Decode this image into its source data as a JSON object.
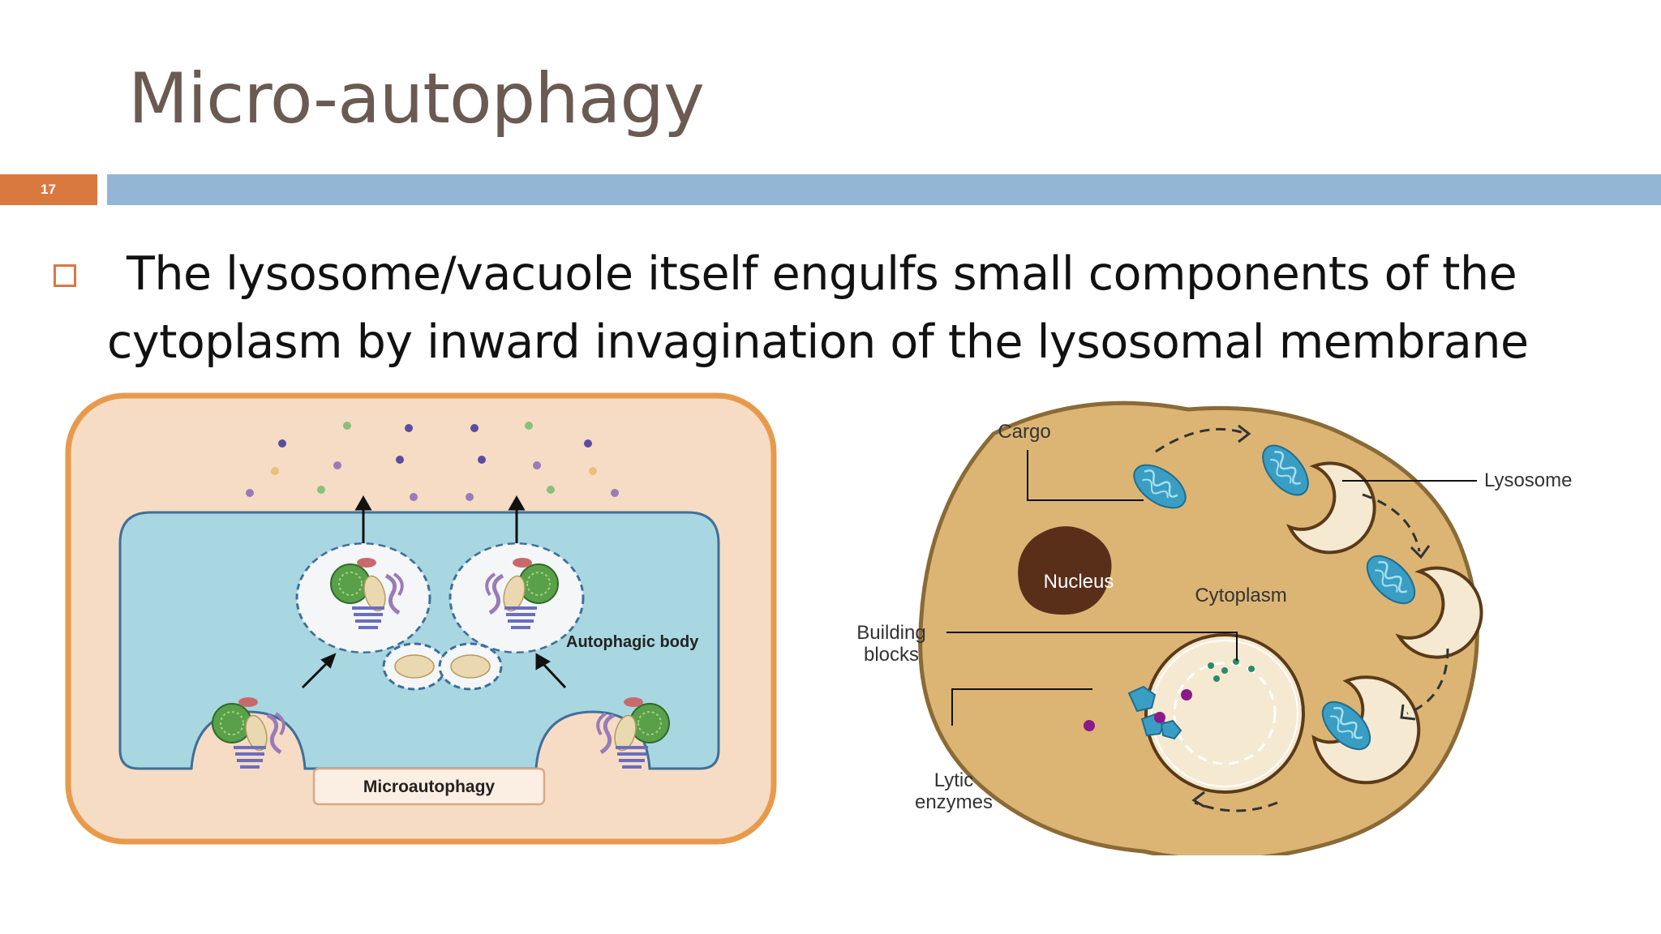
{
  "slide": {
    "title": "Micro-autophagy",
    "number": "17",
    "bullet_text": "The lysosome/vacuole itself engulfs small components of the cytoplasm by inward invagination of the lysosomal membrane"
  },
  "left_diagram": {
    "label_autophagic_body": "Autophagic body",
    "label_box": "Microautophagy"
  },
  "right_diagram": {
    "label_cargo": "Cargo",
    "label_lysosome": "Lysosome",
    "label_nucleus": "Nucleus",
    "label_cytoplasm": "Cytoplasm",
    "label_building": "Building",
    "label_blocks": "blocks",
    "label_lytic": "Lytic",
    "label_enzymes": "enzymes"
  },
  "colors": {
    "title": "#6b5a52",
    "accent_orange": "#d9793f",
    "bar_blue": "#94b6d6",
    "vacuole_blue": "#a8d7e2",
    "cell_tan": "#dcb574",
    "nucleus_brown": "#5a2f1a"
  }
}
